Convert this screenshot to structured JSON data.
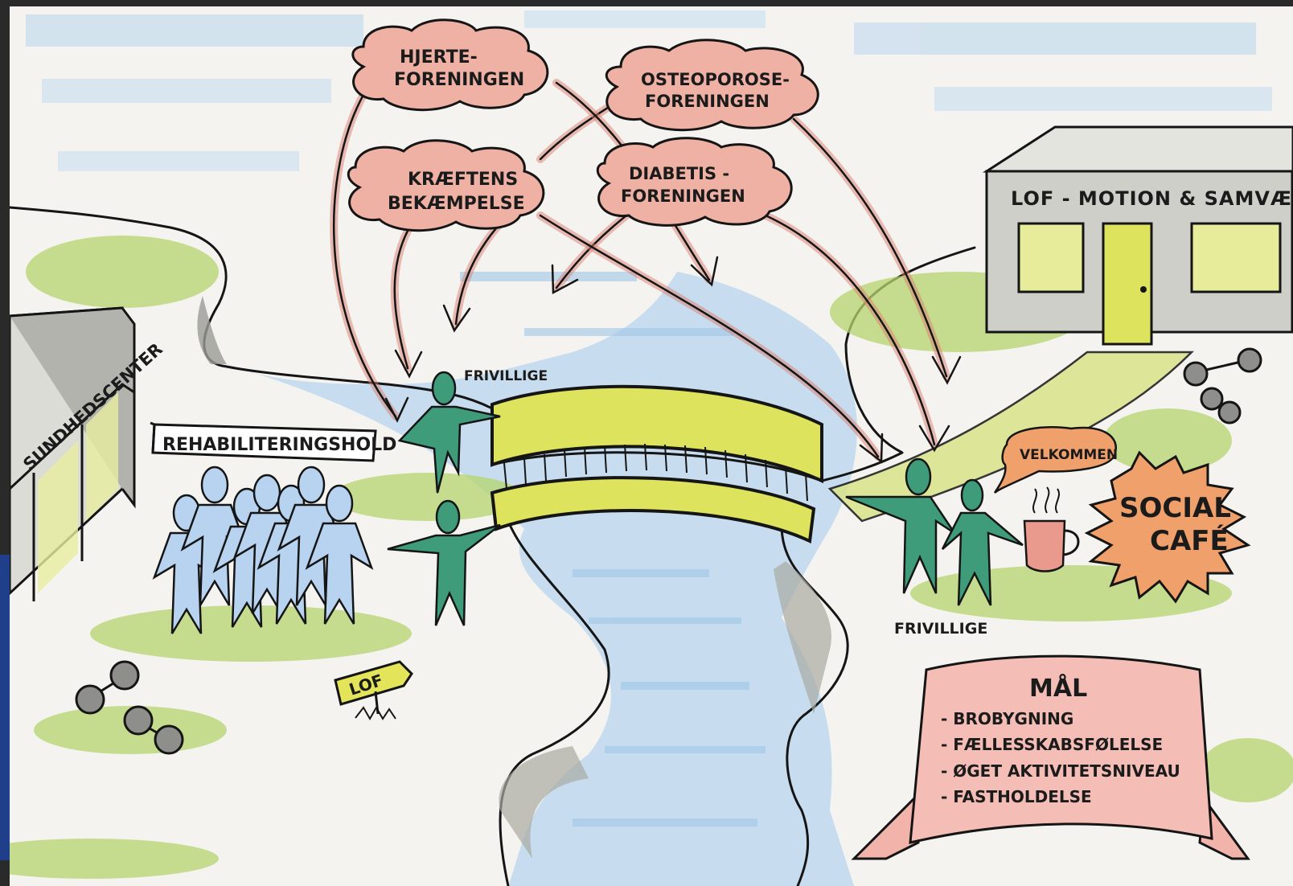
{
  "clouds": [
    {
      "id": "hjerte",
      "line1": "HJERTE-",
      "line2": "FORENINGEN"
    },
    {
      "id": "osteoporose",
      "line1": "OSTEOPOROSE-",
      "line2": "FORENINGEN"
    },
    {
      "id": "kraeftens",
      "line1": "KRÆFTENS",
      "line2": "BEKÆMPELSE"
    },
    {
      "id": "diabetis",
      "line1": "DIABETIS -",
      "line2": "FORENINGEN"
    }
  ],
  "labels": {
    "building_right": "LOF - MOTION & SAMVÆR",
    "health_center": "SUNDHEDSCENTER",
    "rehab_sign": "REHABILITERINGSHOLD",
    "volunteers_top": "FRIVILLIGE",
    "volunteers_bottom": "FRIVILLIGE",
    "welcome_bubble": "VELKOMMEN",
    "social_line1": "SOCIAL",
    "social_line2": "CAFÉ",
    "lof_sign": "LOF"
  },
  "goals": {
    "title": "MÅL",
    "items": [
      "- BROBYGNING",
      "- FÆLLESSKABSFØLELSE",
      "- ØGET AKTIVITETSNIVEAU",
      "- FASTHOLDELSE"
    ]
  },
  "colors": {
    "water": "#9ec6e6",
    "grass": "#a9cf5c",
    "cloud_fill": "#e9a99c",
    "bridge": "#dde35c",
    "people_green": "#3d9a78",
    "people_blue": "#a8c9ec",
    "wall_grey": "#9b9b95",
    "social_orange": "#f0a06a",
    "banner_pink": "#f2b3ab"
  }
}
